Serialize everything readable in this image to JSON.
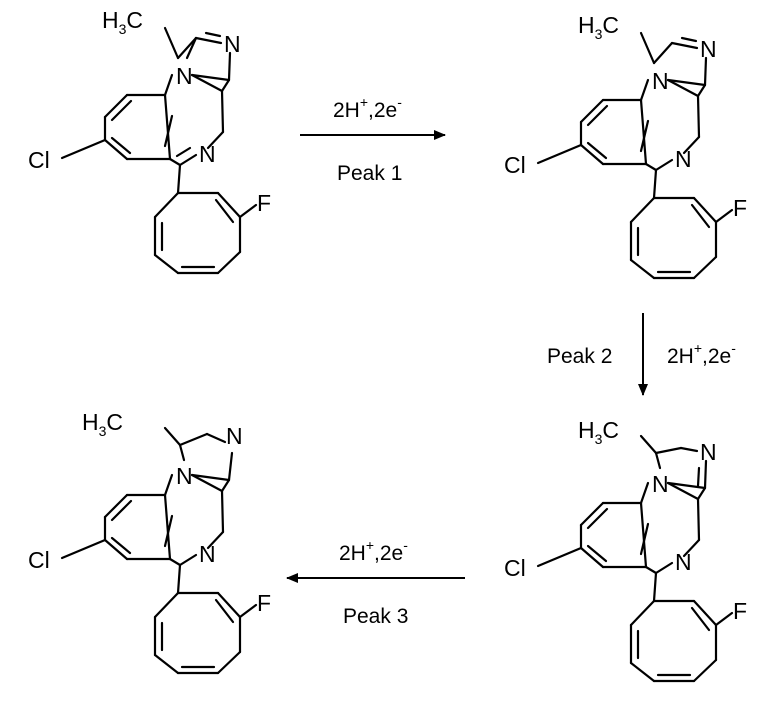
{
  "atoms": {
    "methyl_h": "H",
    "methyl_sub": "3",
    "methyl_c": "C",
    "nitrogen": "N",
    "chlorine": "Cl",
    "fluorine": "F"
  },
  "arrows": {
    "step1": {
      "conditions_prefix": "2H",
      "charge": "+",
      "conditions_suffix": ",2e",
      "electron_charge": "-",
      "label": "Peak 1"
    },
    "step2": {
      "conditions_prefix": "2H",
      "charge": "+",
      "conditions_suffix": ",2e",
      "electron_charge": "-",
      "label": "Peak 2"
    },
    "step3": {
      "conditions_prefix": "2H",
      "charge": "+",
      "conditions_suffix": ",2e",
      "electron_charge": "-",
      "label": "Peak 3"
    }
  }
}
